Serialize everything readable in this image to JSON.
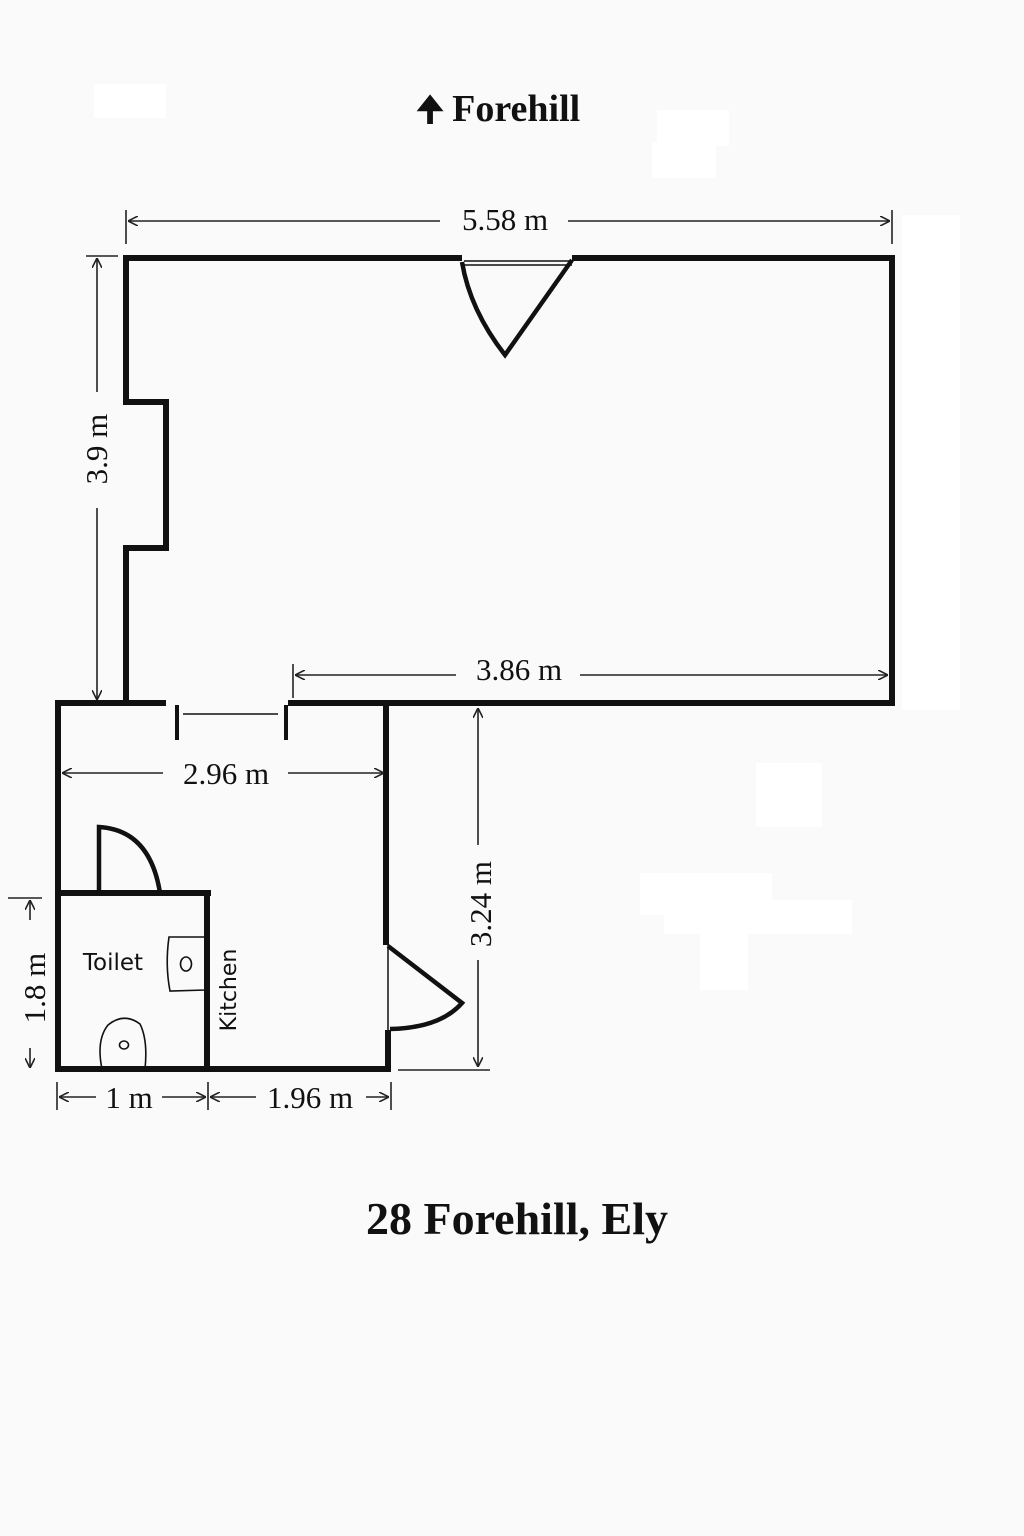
{
  "header": {
    "north_arrow_icon": "north-arrow-icon",
    "street_label": "Forehill"
  },
  "footer": {
    "title": "28 Forehill, Ely"
  },
  "plan": {
    "colors": {
      "background": "#fafafa",
      "wall": "#111111",
      "dimension_line": "#222222"
    },
    "rooms": {
      "main": {
        "label": ""
      },
      "toilet": {
        "label": "Toilet"
      },
      "kitchen": {
        "label": "Kitchen"
      }
    },
    "dimensions": {
      "main_width": "5.58 m",
      "main_depth": "3.9 m",
      "main_rear_width": "3.86 m",
      "rear_width": "2.96 m",
      "rear_depth": "3.24 m",
      "toilet_depth": "1.8 m",
      "toilet_width": "1 m",
      "kitchen_width": "1.96 m"
    },
    "fixtures": {
      "toilet_icon": "toilet-icon",
      "basin_icon": "basin-icon",
      "front_door_icon": "door-swing-icon",
      "side_door_icon": "door-swing-icon",
      "toilet_door_icon": "door-swing-icon"
    }
  }
}
